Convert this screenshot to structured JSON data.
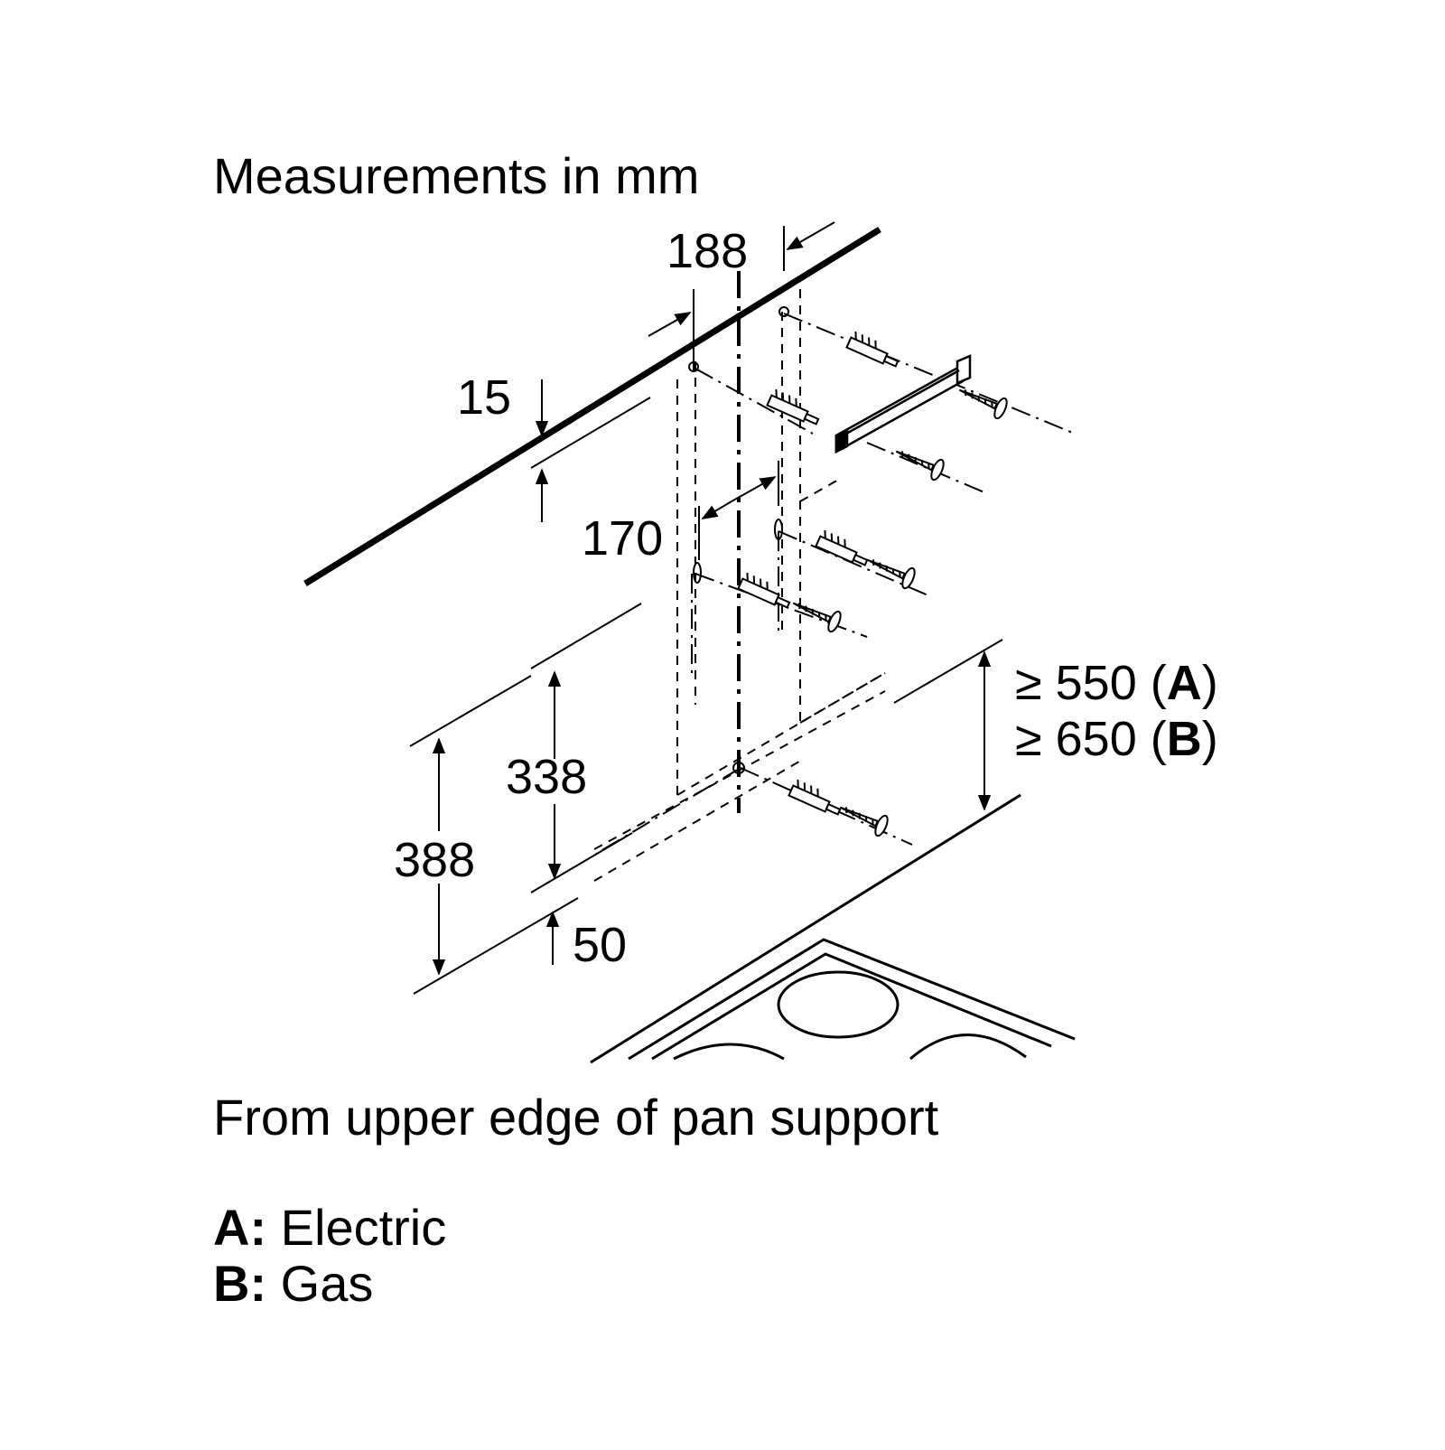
{
  "header": {
    "title": "Measurements in mm"
  },
  "dimensions": {
    "d188": "188",
    "d15": "15",
    "d170": "170",
    "d338": "338",
    "d388": "388",
    "d50": "50",
    "min_a_prefix": "≥ 550 (",
    "min_a_letter": "A",
    "min_a_suffix": ")",
    "min_b_prefix": "≥ 650 (",
    "min_b_letter": "B",
    "min_b_suffix": ")"
  },
  "footer": {
    "note": "From upper edge of pan support"
  },
  "legend": [
    {
      "key": "A:",
      "value": "Electric"
    },
    {
      "key": "B:",
      "value": "Gas"
    }
  ]
}
